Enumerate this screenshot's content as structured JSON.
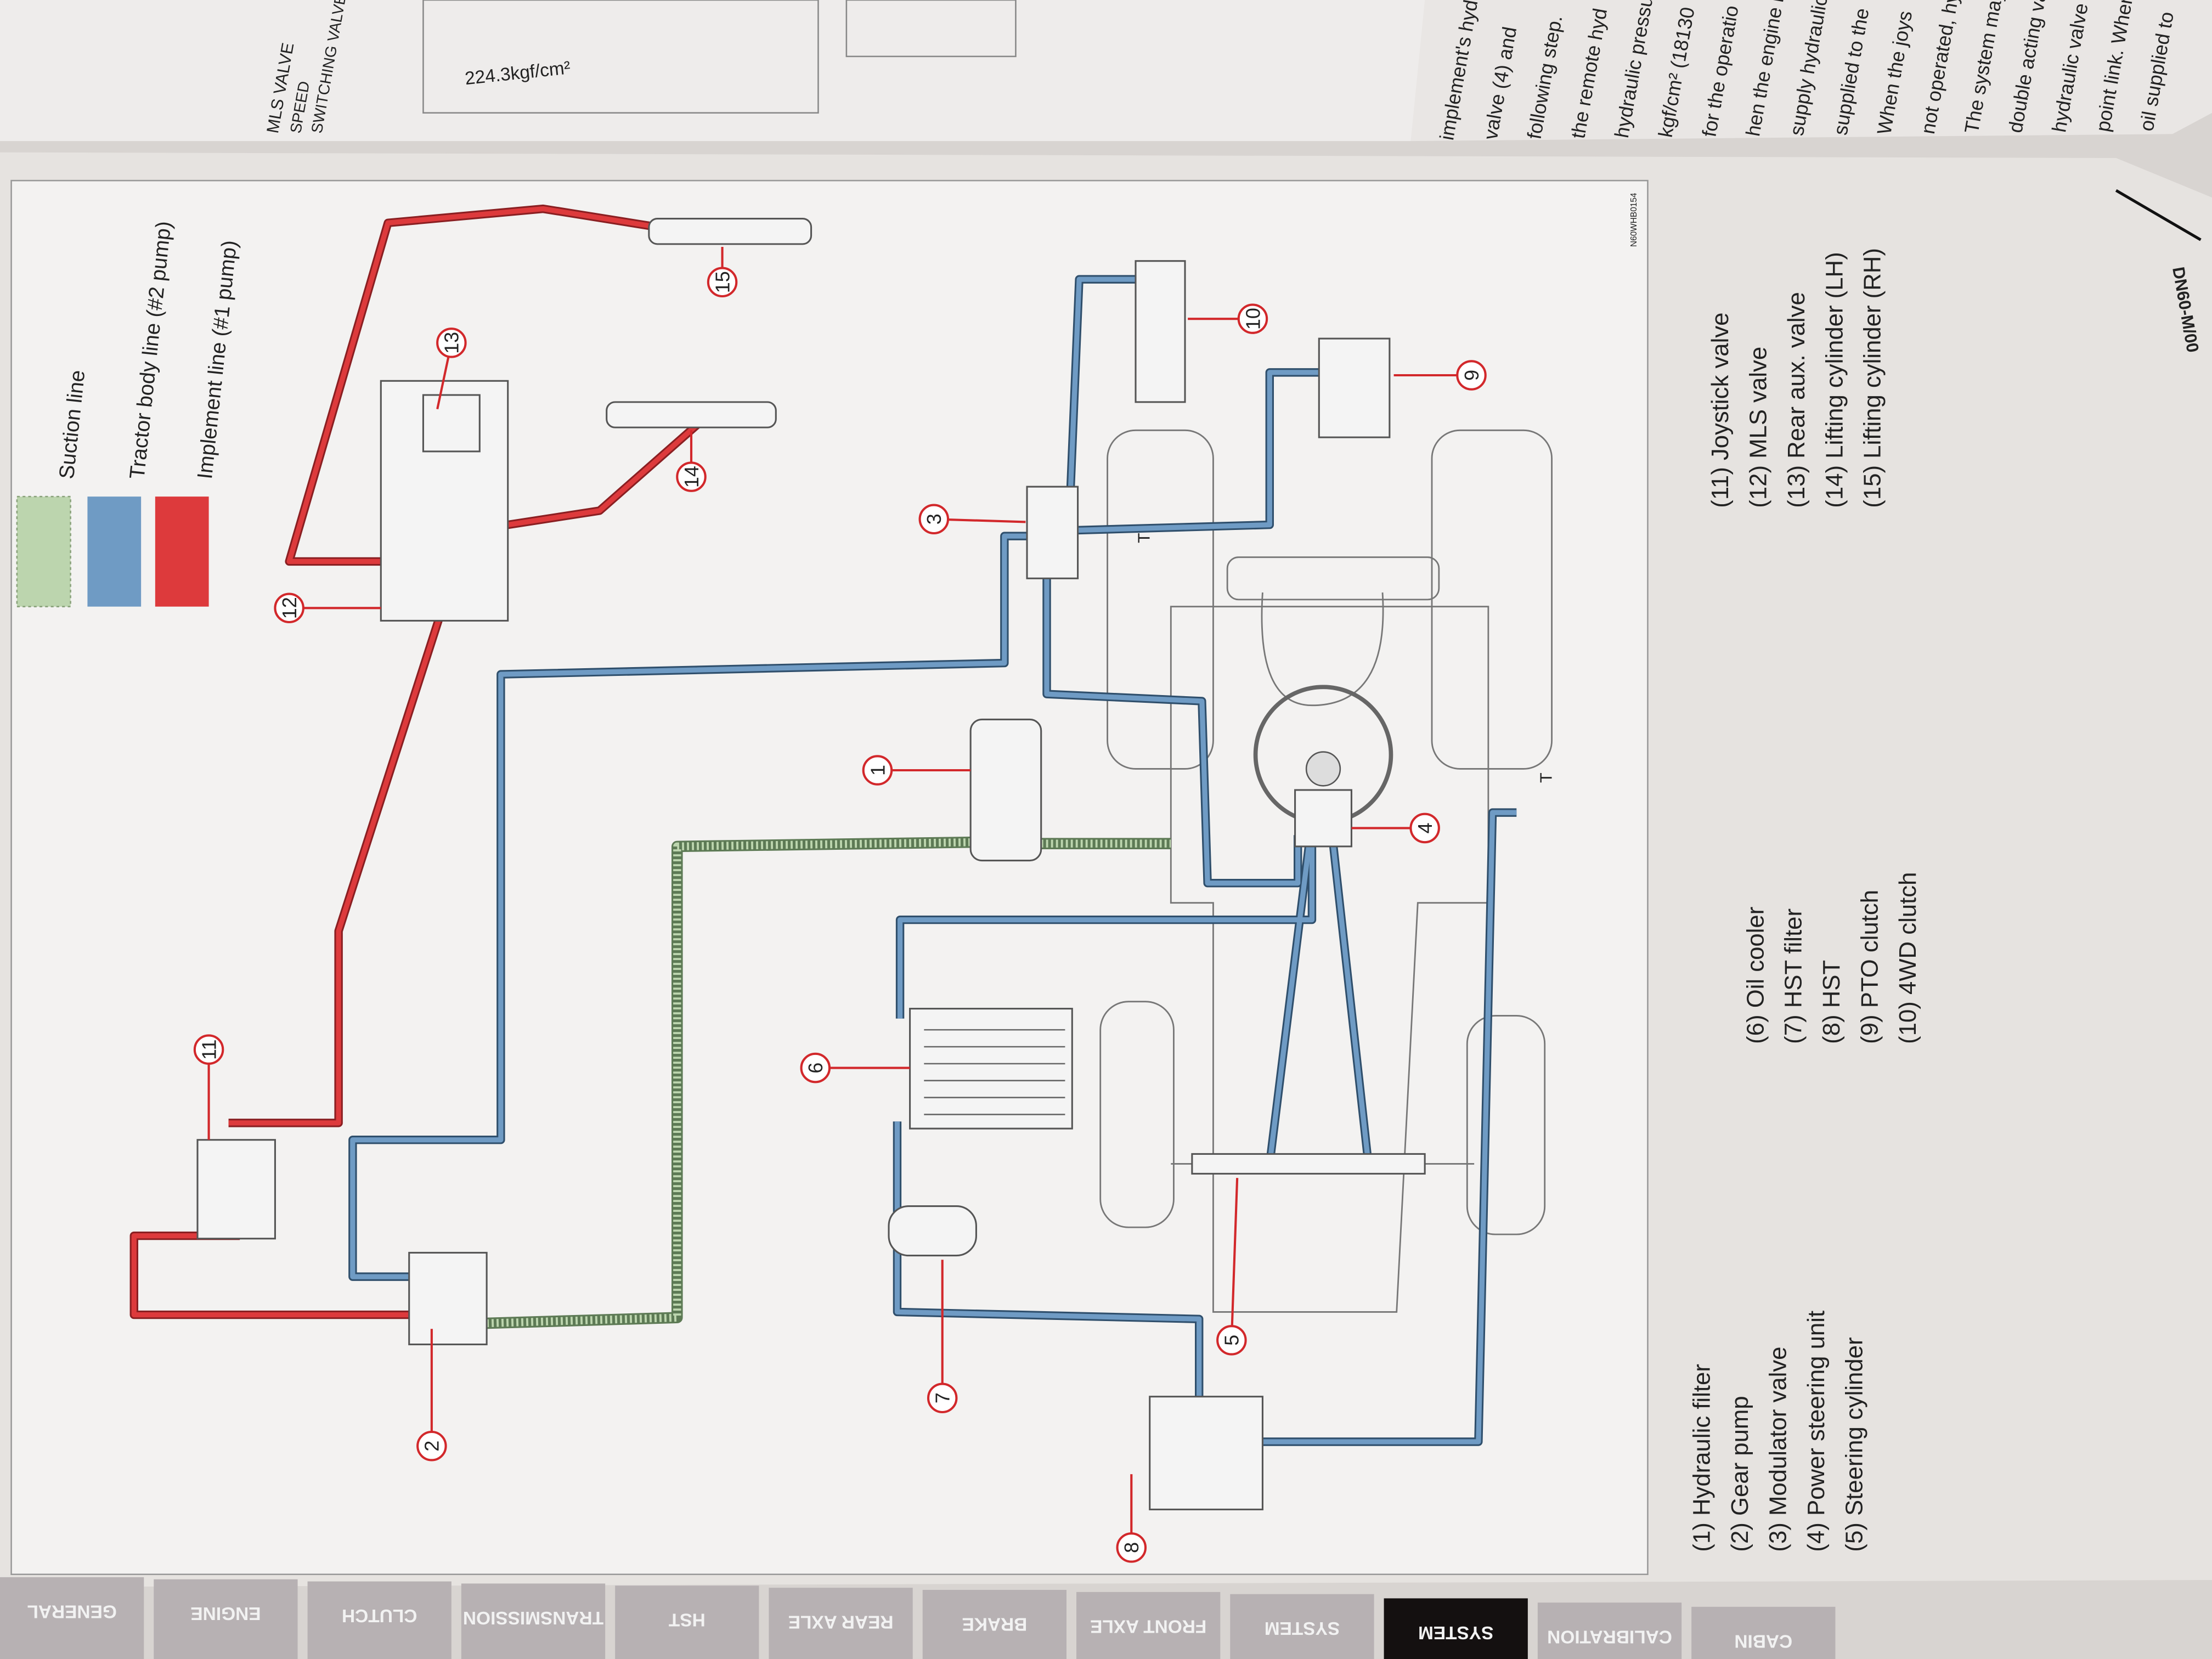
{
  "upper_page": {
    "pressure_label": "224.3kgf/cm²",
    "valve_labels": [
      "MLS VALVE",
      "SPEED",
      "SWITCHING VALVE"
    ]
  },
  "facing_page_text": [
    "implement's hyd",
    "valve (4) and",
    "following step.",
    "the remote hyd",
    "hydraulic pressure",
    "kgf/cm² (18130",
    "for the operatio",
    "hen the engine is",
    "supply hydraulic",
    "supplied to the",
    "When the joys",
    "not operated, hyd",
    "The system may",
    "double acting valv",
    "hydraulic valve is",
    "point link. When",
    "oil supplied to"
  ],
  "facing_page_code": "DN60-M/00",
  "figure_code": "N60WHB0154",
  "legend": [
    {
      "label": "Suction line",
      "color": "#bcd5ae"
    },
    {
      "label": "Tractor body line (#2 pump)",
      "color": "#6f9bc4"
    },
    {
      "label": "Implement line (#1 pump)",
      "color": "#dd3a3c"
    }
  ],
  "callouts": [
    "1",
    "2",
    "3",
    "4",
    "5",
    "6",
    "7",
    "8",
    "9",
    "10",
    "11",
    "12",
    "13",
    "14",
    "15"
  ],
  "tank_marks": [
    "T",
    "T"
  ],
  "parts_list": [
    "(1) Hydraulic filter",
    "(2) Gear pump",
    "(3) Modulator valve",
    "(4) Power steering unit",
    "(5) Steering cylinder",
    "(6) Oil cooler",
    "(7) HST filter",
    "(8) HST",
    "(9) PTO clutch",
    "(10) 4WD clutch",
    "(11) Joystick valve",
    "(12) MLS valve",
    "(13) Rear aux. valve",
    "(14) Lifting cylinder (LH)",
    "(15) Lifting cylinder (RH)"
  ],
  "tabs": [
    {
      "label": "GENERAL",
      "active": false
    },
    {
      "label": "ENGINE",
      "active": false
    },
    {
      "label": "CLUTCH",
      "active": false
    },
    {
      "label": "TRANSMISSION",
      "active": false
    },
    {
      "label": "HST",
      "active": false
    },
    {
      "label": "REAR AXLE",
      "active": false
    },
    {
      "label": "BRAKE",
      "active": false
    },
    {
      "label": "FRONT AXLE",
      "active": false
    },
    {
      "label": "SYSTEM",
      "active": false
    },
    {
      "label": "SYSTEM",
      "active": true
    },
    {
      "label": "CALIBRATION",
      "active": false
    },
    {
      "label": "CABIN",
      "active": false
    }
  ],
  "colors": {
    "implement": "#dd3a3c",
    "body": "#6f9bc4",
    "suction": "#bcd5ae",
    "callout": "#d2282b"
  }
}
